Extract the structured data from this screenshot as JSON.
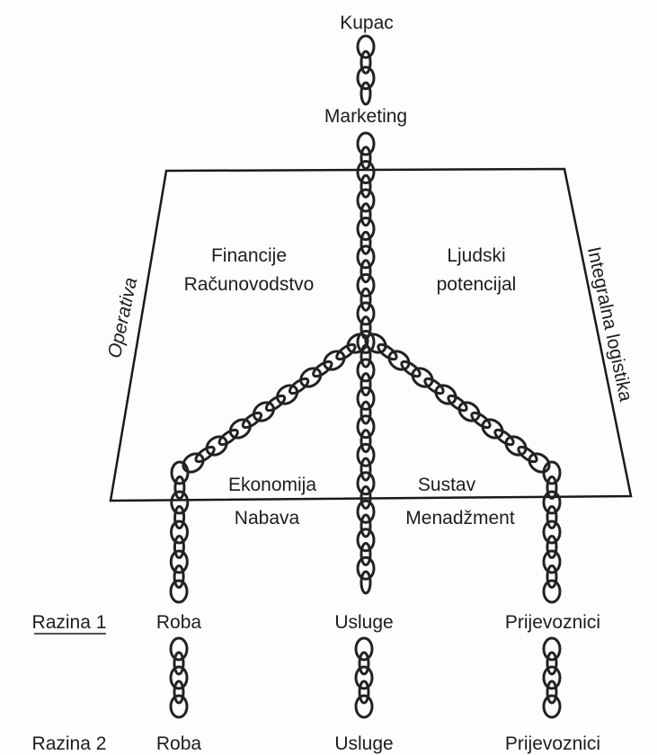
{
  "top": {
    "kupac": "Kupac",
    "marketing": "Marketing"
  },
  "frame": {
    "left_side": "Operativa",
    "right_side": "Integralna logistika",
    "left_block": [
      "Financije",
      "Računovodstvo"
    ],
    "right_block": [
      "Ljudski",
      "potencijal"
    ],
    "bottom_left_inside": "Ekonomija",
    "bottom_right_inside": "Sustav",
    "bottom_left_outside": "Nabava",
    "bottom_right_outside": "Menadžment"
  },
  "levels": [
    {
      "label": "Razina 1",
      "items": [
        "Roba",
        "Usluge",
        "Prijevoznici"
      ]
    },
    {
      "label": "Razina 2",
      "items": [
        "Roba",
        "Usluge",
        "Prijevoznici"
      ]
    }
  ]
}
